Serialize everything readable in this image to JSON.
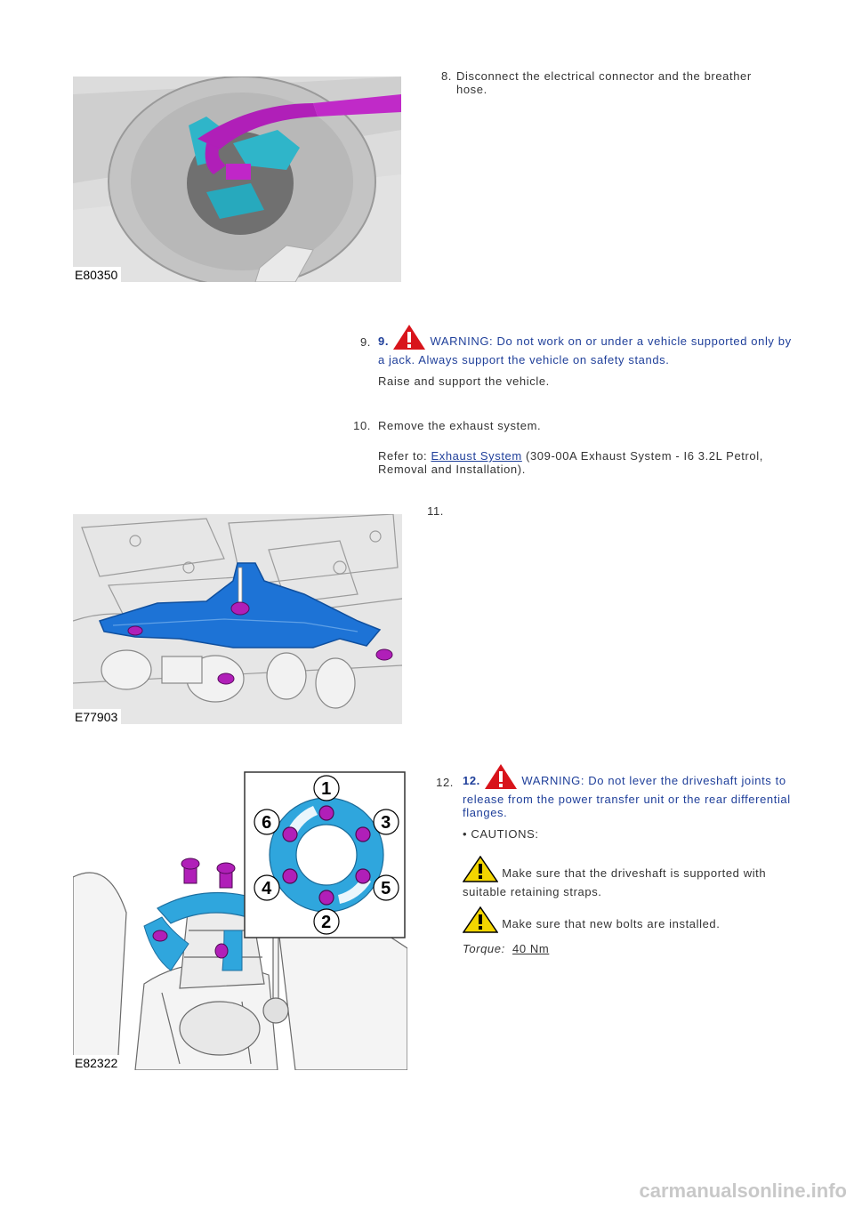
{
  "steps": [
    {
      "number": "8.",
      "text": "Disconnect the electrical connector and the breather hose.",
      "figure_label": "E80350"
    },
    {
      "number": "9.",
      "bold_number": "9.",
      "warning": "WARNING: Do not work on or under a vehicle supported only by a jack. Always support the vehicle on safety stands.",
      "text": "Raise and support the vehicle."
    },
    {
      "number": "10.",
      "text": "Remove the exhaust system.",
      "refer_prefix": "Refer to:",
      "refer_link": "Exhaust System",
      "refer_suffix": "(309-00A Exhaust System - I6 3.2L Petrol, Removal and Installation)."
    },
    {
      "number": "11.",
      "figure_label": "E77903"
    },
    {
      "number": "12.",
      "bold_number": "12.",
      "warning": "WARNING: Do not lever the driveshaft joints to release from the power transfer unit or the rear differential flanges.",
      "cautions_heading": "• CAUTIONS:",
      "caution_1": "Make sure that the driveshaft is supported with suitable retaining straps.",
      "caution_2": "Make sure that new bolts are installed.",
      "torque_label": "Torque:",
      "torque_value": "40 Nm",
      "figure_label": "E82322",
      "bolt_numbers": [
        "1",
        "2",
        "3",
        "4",
        "5",
        "6"
      ]
    }
  ],
  "footer": "carmanualsonline.info",
  "colors": {
    "link": "#1f3f9a",
    "warning_red": "#d8141b",
    "caution_yellow": "#f3d500",
    "highlight_blue": "#1d73d6",
    "highlight_magenta": "#b01fb8"
  }
}
